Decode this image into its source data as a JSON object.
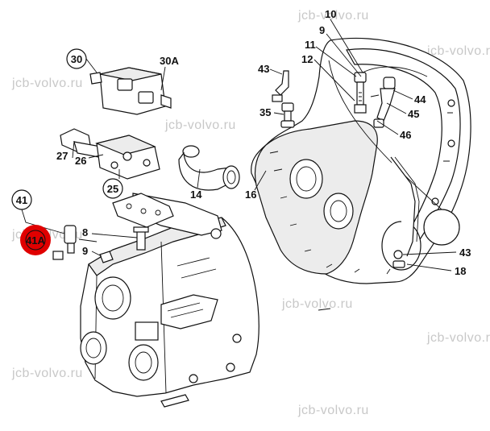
{
  "watermark": "jcb-volvo.ru",
  "callouts": {
    "c30": "30",
    "c30A": "30A",
    "c27": "27",
    "c26": "26",
    "c25": "25",
    "c14": "14",
    "c16": "16",
    "c41": "41",
    "c41A": "41A",
    "c8": "8",
    "c9l": "9",
    "c43t": "43",
    "c35": "35",
    "c11": "11",
    "c12": "12",
    "c9t": "9",
    "c10": "10",
    "c44": "44",
    "c45": "45",
    "c46": "46",
    "c43b": "43",
    "c18": "18"
  },
  "colors": {
    "highlight": "#e00000",
    "line": "#111111",
    "watermark": "#c8c8c8"
  }
}
